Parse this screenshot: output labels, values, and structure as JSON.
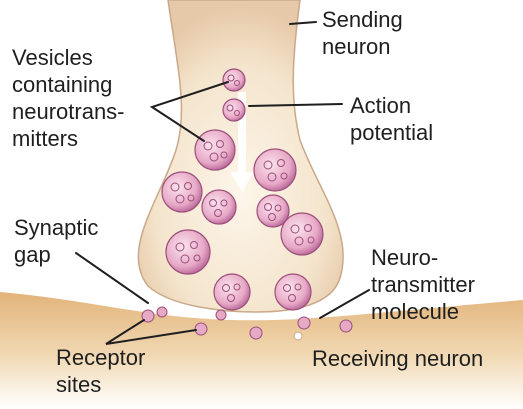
{
  "labels": {
    "sending_neuron": [
      "Sending",
      "neuron"
    ],
    "vesicles": [
      "Vesicles",
      "containing",
      "neurotrans-",
      "mitters"
    ],
    "action_potential": [
      "Action",
      "potential"
    ],
    "synaptic_gap": [
      "Synaptic",
      "gap"
    ],
    "neurotransmitter_molecule": [
      "Neuro-",
      "transmitter",
      "molecule"
    ],
    "receptor_sites": [
      "Receptor",
      "sites"
    ],
    "receiving_neuron": [
      "Receiving neuron"
    ]
  },
  "colors": {
    "neuron_fill": "#f4e7d2",
    "neuron_outline": "#c9a98a",
    "receiving_fill": "#d9a86a",
    "vesicle_fill": "#e9b6cf",
    "vesicle_outline": "#9c4f7a",
    "molecule_fill": "#e6a9c6",
    "arrow": "#ffffff",
    "leader_line": "#1f1f1f"
  }
}
